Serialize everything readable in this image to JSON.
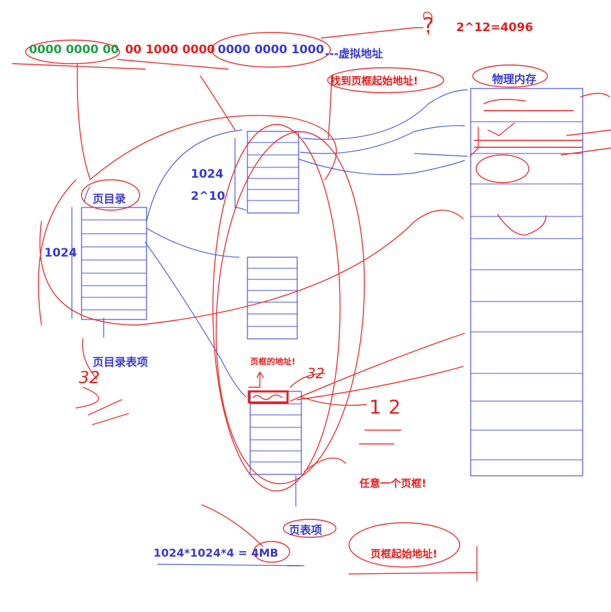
{
  "address": {
    "green_bits": "0000 0000 00",
    "red_bits": "00 1000 0000",
    "blue_bits": "0000 0000 1000",
    "suffix": "---虚拟地址"
  },
  "labels": {
    "question_mark": "?",
    "pow12": "2^12=4096",
    "find_frame": "找到页框起始地址!",
    "physical_memory": "物理内存",
    "page_directory": "页目录",
    "count_1024_left": "1024",
    "count_1024_mid": "1024",
    "pow10": "2^10",
    "pde": "页目录表项",
    "num_32_left": "32",
    "frame_address": "页框的地址!",
    "num_32_mid": "32",
    "num_12": "12",
    "any_frame": "任意一个页框!",
    "pte": "页表项",
    "calc": "1024*1024*4 = 4MB",
    "frame_start": "页框起始地址!"
  }
}
